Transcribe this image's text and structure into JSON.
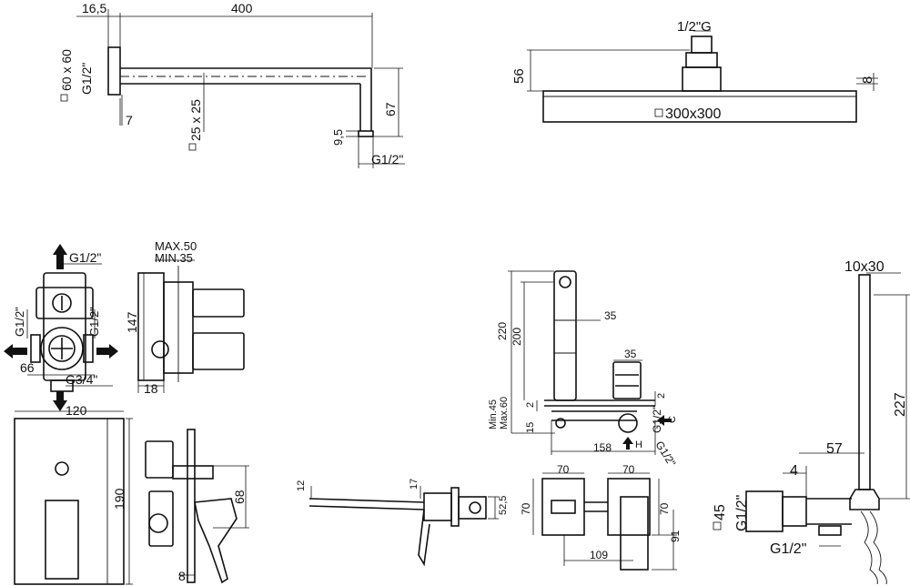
{
  "arm": {
    "d_16_5": "16,5",
    "d_400": "400",
    "d_60x60": "60 x 60",
    "d_g12": "G1/2\"",
    "d_7": "7",
    "d_25x25": "25 x 25",
    "d_67": "67",
    "d_9_5": "9,5",
    "d_g12_out": "G1/2\""
  },
  "shower_head": {
    "d_g12": "1/2\"G",
    "d_56": "56",
    "d_8": "8",
    "d_300x300": "300x300"
  },
  "valve_body": {
    "d_g12_top": "G1/2\"",
    "d_g12_left": "G1/2\"",
    "d_g12_right": "G1/2\"",
    "d_66": "66",
    "d_g34": "G3/4\"",
    "d_max50": "MAX.50",
    "d_min35": "MIN.35",
    "d_147": "147",
    "d_18": "18"
  },
  "trim_plate": {
    "d_120": "120",
    "d_190": "190",
    "d_68": "68",
    "d_8": "8"
  },
  "spout": {
    "d_220": "220",
    "d_200": "200",
    "d_35_top": "35",
    "d_35_mid": "35",
    "d_2_left": "2",
    "d_2_right": "2",
    "d_min45": "Min.45",
    "d_max60": "Max.60",
    "d_15": "15",
    "d_g12": "G1/2\"",
    "d_c": "C",
    "d_h": "H",
    "d_158": "158",
    "d_g12_diag": "G1/2\""
  },
  "basin_mixer": {
    "d_12": "12",
    "d_17": "17",
    "d_52_5": "52,5",
    "d_70_a": "70",
    "d_70_b": "70",
    "d_70_c": "70",
    "d_70_d": "70",
    "d_91": "91",
    "d_109": "109"
  },
  "hand_shower": {
    "d_10x30": "10x30",
    "d_227": "227",
    "d_57": "57",
    "d_4": "4",
    "d_45": "45",
    "d_g12_side": "G1/2\"",
    "d_g12_bottom": "G1/2\""
  }
}
